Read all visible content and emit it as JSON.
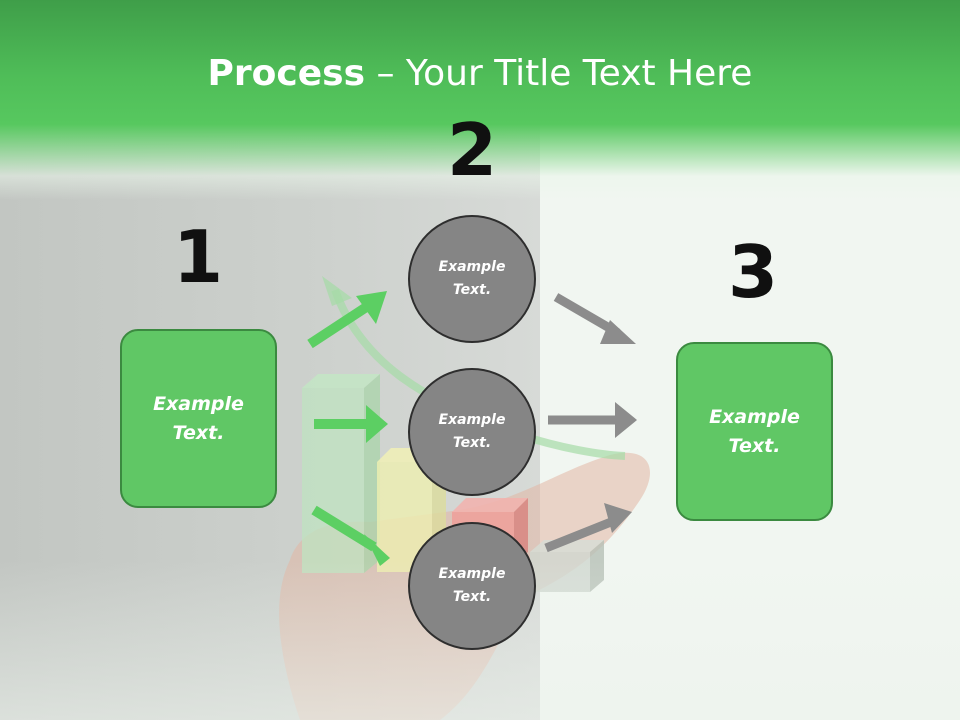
{
  "slide": {
    "title_strong": "Process",
    "title_rest": " – Your Title Text Here"
  },
  "steps": [
    {
      "number": "1",
      "box_text": "Example Text."
    },
    {
      "number": "2",
      "circles": [
        "Example Text.",
        "Example Text.",
        "Example Text."
      ]
    },
    {
      "number": "3",
      "box_text": "Example Text."
    }
  ],
  "colors": {
    "header_green": "#4fbd58",
    "box_green": "#60c765",
    "box_border": "#3b8a40",
    "circle_gray": "#858585",
    "arrow_green": "#5ccf63",
    "arrow_gray": "#8c8c8c"
  }
}
